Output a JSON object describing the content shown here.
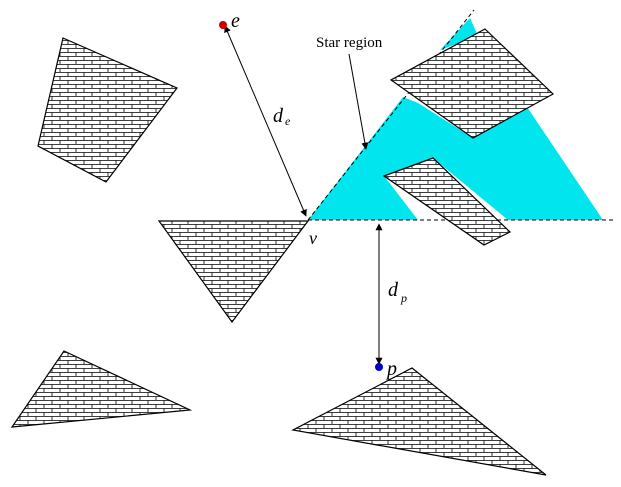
{
  "labels": {
    "star_region": "Star region",
    "e": "e",
    "v": "v",
    "p": "p",
    "d_e_main": "d",
    "d_e_sub": "e",
    "d_p_main": "d",
    "d_p_sub": "p"
  },
  "colors": {
    "star_region_fill": "#00e5ee",
    "point_e": "#cc0000",
    "point_p": "#0000cc",
    "outline": "#000000",
    "brick_line": "#000000"
  }
}
